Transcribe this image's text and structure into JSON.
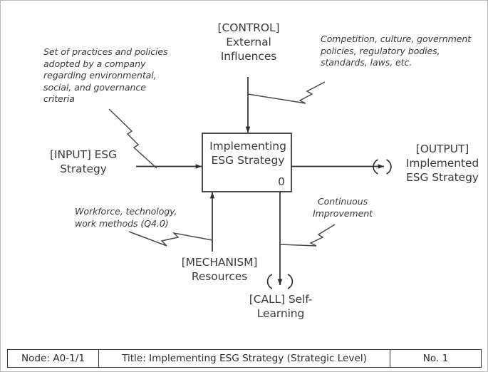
{
  "diagram": {
    "type": "IDEF0 activity diagram",
    "activity_box": {
      "title": "Implementing\nESG Strategy",
      "number": "0"
    },
    "arrows": {
      "input": {
        "label": "[INPUT] ESG\nStrategy",
        "note": "Set of practices and policies\nadopted  by a company\nregarding environmental,\nsocial, and governance\ncriteria"
      },
      "control": {
        "label": "[CONTROL]\nExternal\nInfluences",
        "note": "Competition, culture, government\npolicies, regulatory bodies,\nstandards, laws, etc."
      },
      "output": {
        "label": "[OUTPUT]\nImplemented\nESG Strategy"
      },
      "mechanism": {
        "label": "[MECHANISM]\nResources",
        "note": "Workforce, technology,\nwork methods (Q4.0)"
      },
      "call": {
        "label": "[CALL] Self-\nLearning",
        "note": "Continuous\nImprovement"
      }
    }
  },
  "footer": {
    "node": "Node: A0-1/1",
    "title": "Title: Implementing ESG Strategy (Strategic Level)",
    "number": "No. 1"
  },
  "colors": {
    "stroke": "#2e2e2e",
    "text": "#3a3a3a",
    "frame": "#b9b9b9",
    "background": "#ffffff"
  }
}
